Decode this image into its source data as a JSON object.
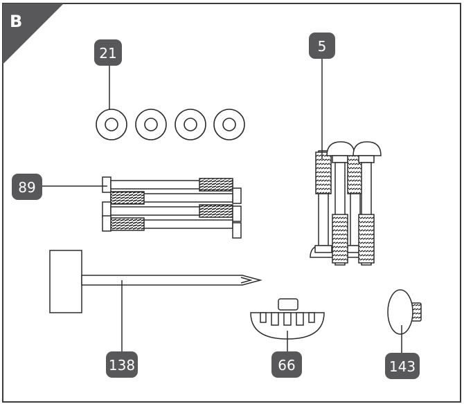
{
  "panel_label": "B",
  "callouts": {
    "washers": "21",
    "carriage_bolts": "5",
    "hex_bolts": "89",
    "screwdriver": "138",
    "cap_nut": "66",
    "plug_cap": "143"
  },
  "colors": {
    "callout_bg": "#58585a",
    "line": "#2b2b2b",
    "thread": "#1e1e1e",
    "corner_bg": "#58585a"
  }
}
